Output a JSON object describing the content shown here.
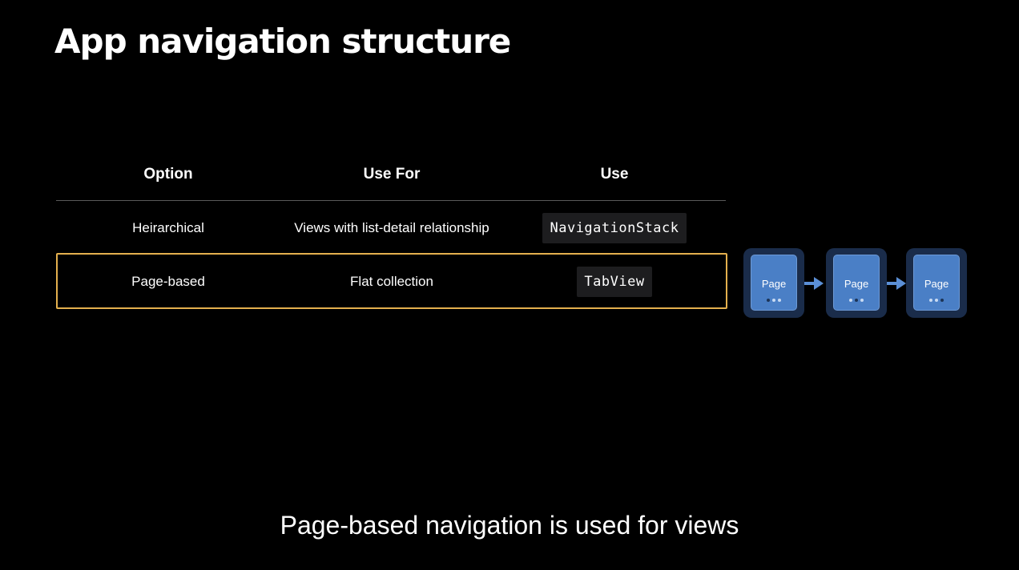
{
  "slide": {
    "title": "App navigation structure",
    "caption": "Page-based navigation is used for views"
  },
  "table": {
    "headers": [
      "Option",
      "Use For",
      "Use"
    ],
    "rows": [
      {
        "option": "Heirarchical",
        "use_for": "Views with list-detail relationship",
        "use": "NavigationStack"
      },
      {
        "option": "Page-based",
        "use_for": "Flat collection",
        "use": "TabView",
        "highlighted": true
      }
    ]
  },
  "illustration": {
    "pages": [
      {
        "label": "Page",
        "active_dot": 0
      },
      {
        "label": "Page",
        "active_dot": 1
      },
      {
        "label": "Page",
        "active_dot": 2
      }
    ],
    "dot_count": 3
  },
  "colors": {
    "background": "#000000",
    "highlight_border": "#e4b04e",
    "page_fill": "#4a7fc6",
    "page_frame": "#1a2c4a",
    "arrow": "#5b8fd6",
    "code_background": "#1d1d1f"
  }
}
